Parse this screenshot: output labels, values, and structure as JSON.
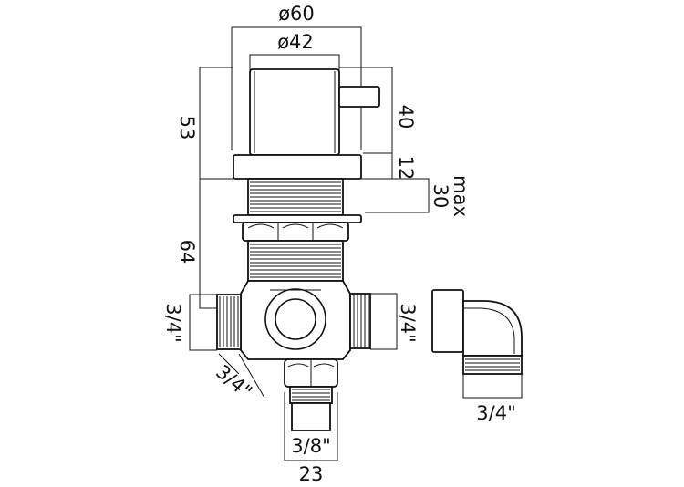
{
  "dimensions": {
    "d60": "ø60",
    "d42": "ø42",
    "h53": "53",
    "h40": "40",
    "h12": "12",
    "max_label": "max",
    "max_value": "30",
    "h64": "64",
    "port_left": "3/4\"",
    "port_right": "3/4\"",
    "port_diag": "3/4\"",
    "port_bottom": "3/8\"",
    "w23": "23",
    "elbow": "3/4\""
  }
}
